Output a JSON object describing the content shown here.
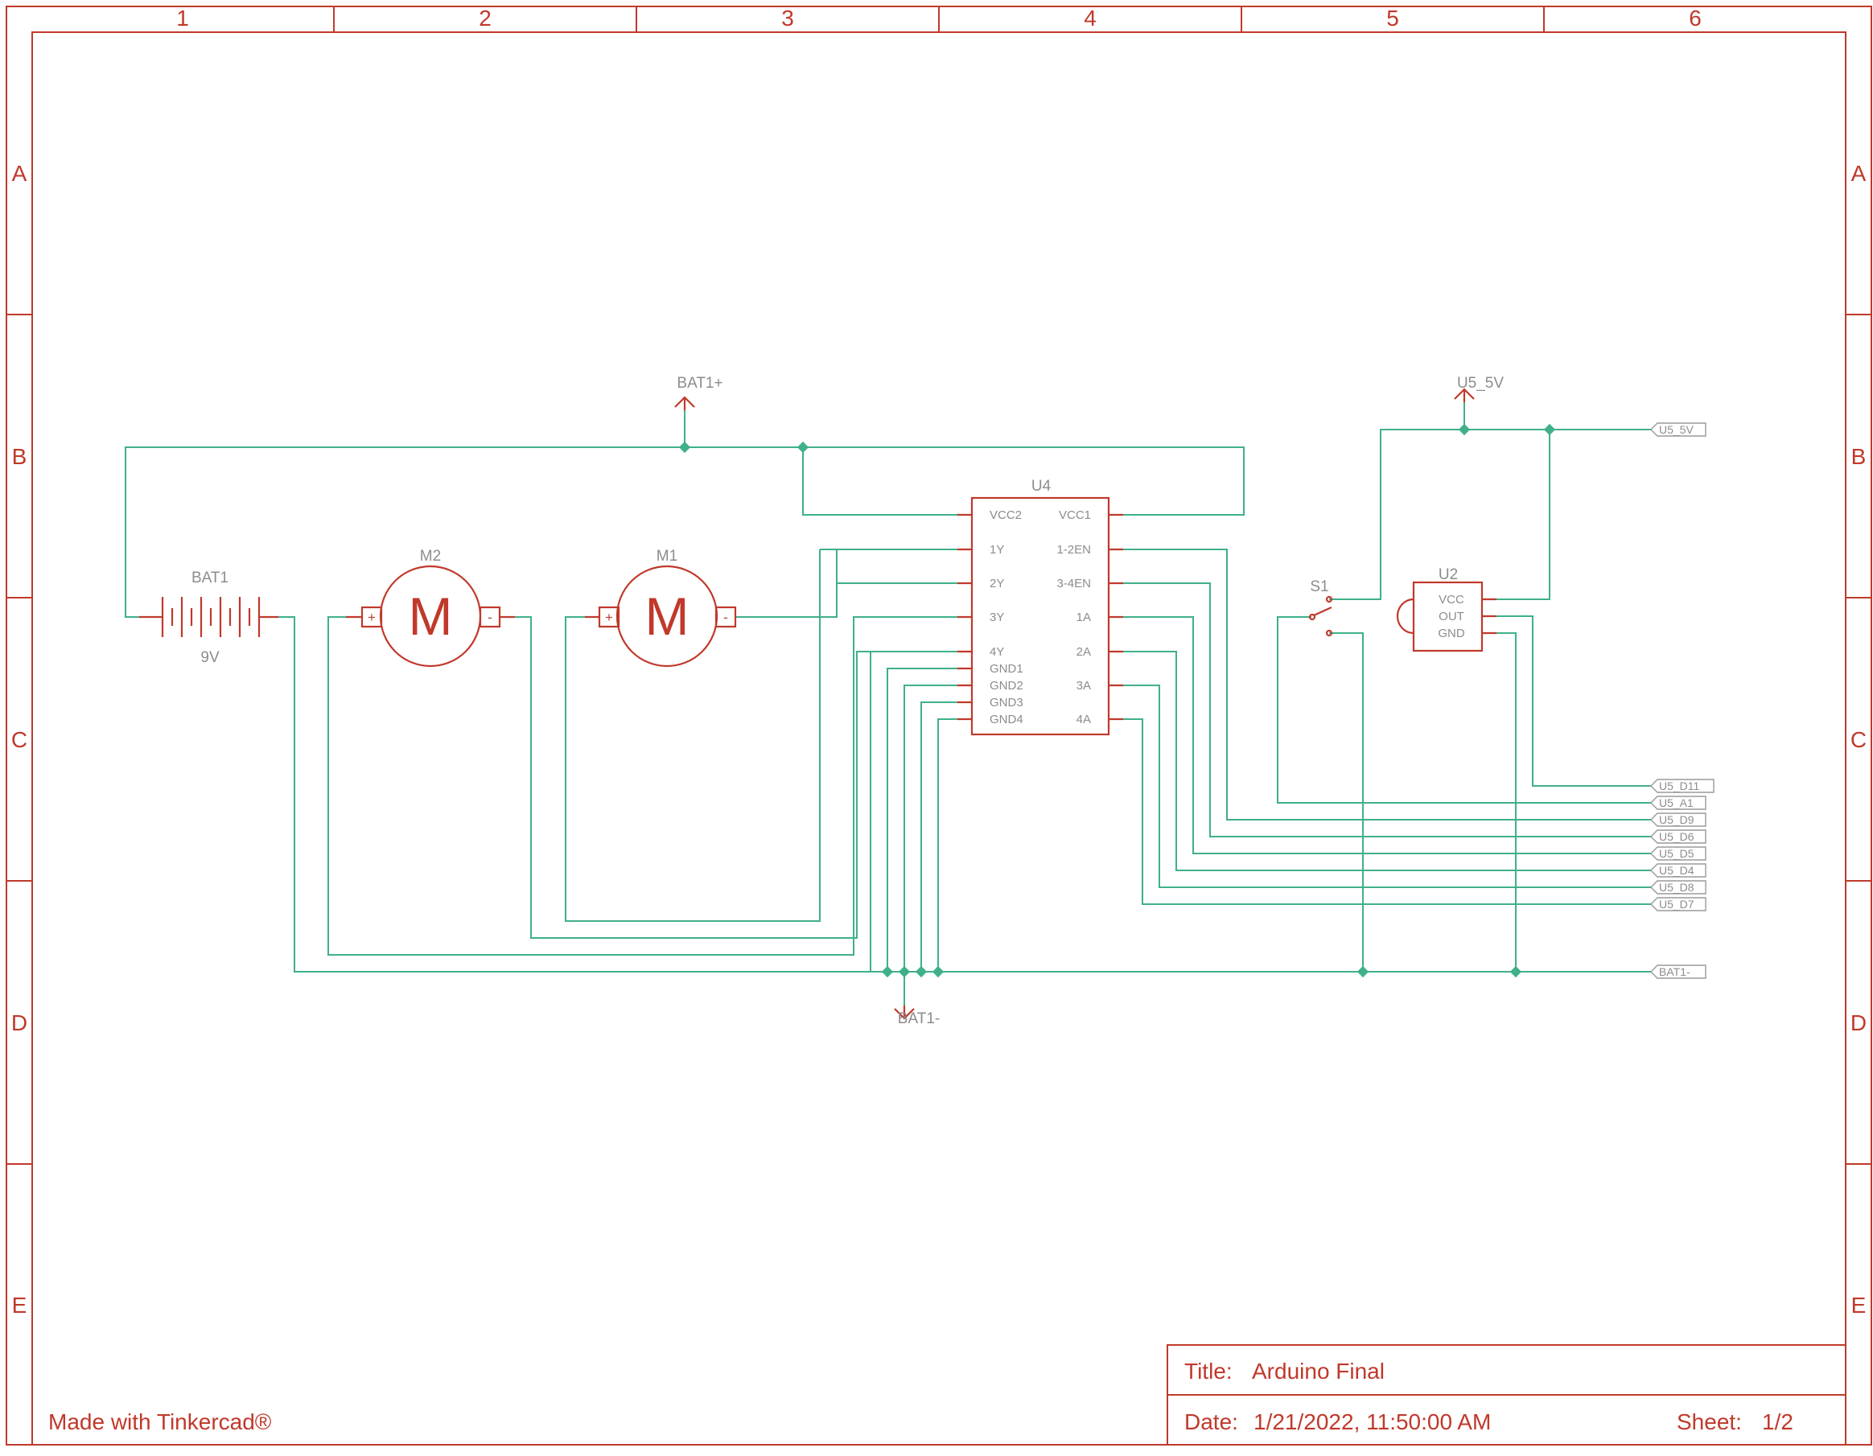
{
  "frame": {
    "columns": [
      "1",
      "2",
      "3",
      "4",
      "5",
      "6"
    ],
    "rows": [
      "A",
      "B",
      "C",
      "D",
      "E"
    ]
  },
  "footer": {
    "made_with": "Made with Tinkercad®"
  },
  "title_block": {
    "title_label": "Title:",
    "title_value": "Arduino Final",
    "date_label": "Date:",
    "date_value": "1/21/2022, 11:50:00 AM",
    "sheet_label": "Sheet:",
    "sheet_value": "1/2"
  },
  "components": {
    "bat1": {
      "ref": "BAT1",
      "value": "9V"
    },
    "m2": {
      "ref": "M2",
      "symbol": "M",
      "plus": "+",
      "minus": "-"
    },
    "m1": {
      "ref": "M1",
      "symbol": "M",
      "plus": "+",
      "minus": "-"
    },
    "u4": {
      "ref": "U4",
      "left_pins": [
        "VCC2",
        "1Y",
        "2Y",
        "3Y",
        "4Y",
        "GND1",
        "GND2",
        "GND3",
        "GND4"
      ],
      "right_pins": [
        "VCC1",
        "1-2EN",
        "3-4EN",
        "1A",
        "2A",
        "3A",
        "4A"
      ]
    },
    "s1": {
      "ref": "S1"
    },
    "u2": {
      "ref": "U2",
      "pins": [
        "VCC",
        "OUT",
        "GND"
      ]
    }
  },
  "power_symbols": {
    "bat1_plus": "BAT1+",
    "u5_5v": "U5_5V",
    "bat1_minus": "BAT1-"
  },
  "ports": [
    "U5_5V",
    "U5_D11",
    "U5_A1",
    "U5_D9",
    "U5_D6",
    "U5_D5",
    "U5_D4",
    "U5_D8",
    "U5_D7",
    "BAT1-"
  ],
  "colors": {
    "frame": "#c0392b",
    "wire": "#3fb08a",
    "label": "#8c8c8c"
  }
}
